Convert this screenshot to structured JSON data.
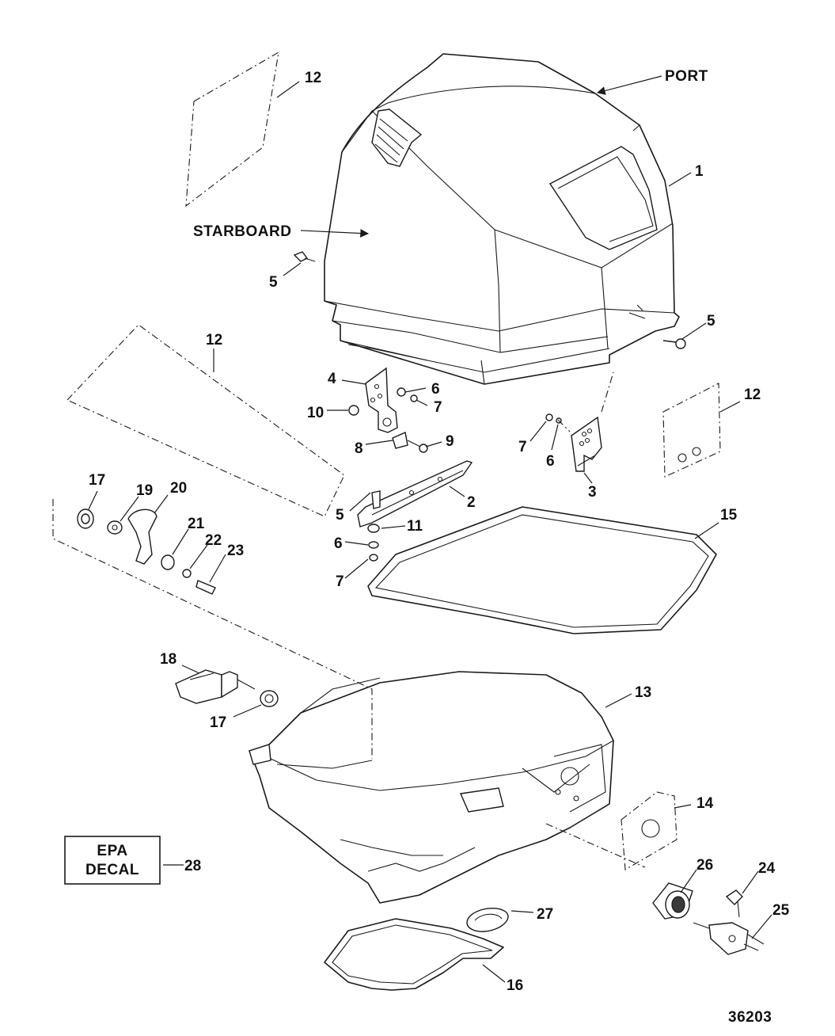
{
  "directions": {
    "port": "PORT",
    "starboard": "STARBOARD"
  },
  "epa_decal": {
    "line1": "EPA",
    "line2": "DECAL"
  },
  "figure_number": "36203",
  "callouts": {
    "c1": "1",
    "c2": "2",
    "c3": "3",
    "c4": "4",
    "c5a": "5",
    "c5b": "5",
    "c5c": "5",
    "c6a": "6",
    "c6b": "6",
    "c6c": "6",
    "c7a": "7",
    "c7b": "7",
    "c7c": "7",
    "c8": "8",
    "c9": "9",
    "c10": "10",
    "c11": "11",
    "c12a": "12",
    "c12b": "12",
    "c12c": "12",
    "c13": "13",
    "c14": "14",
    "c15": "15",
    "c16": "16",
    "c17a": "17",
    "c17b": "17",
    "c18": "18",
    "c19": "19",
    "c20": "20",
    "c21": "21",
    "c22": "22",
    "c23": "23",
    "c24": "24",
    "c25": "25",
    "c26": "26",
    "c27": "27",
    "c28": "28"
  }
}
